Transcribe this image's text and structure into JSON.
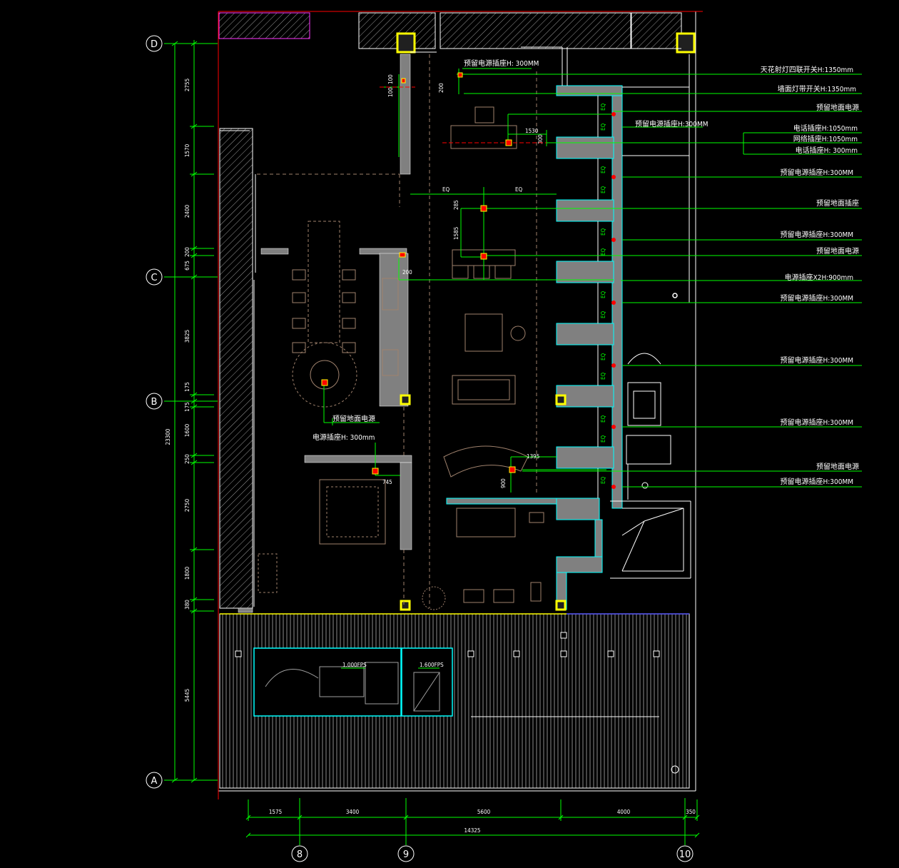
{
  "grid": {
    "rows": [
      "D",
      "C",
      "B",
      "A"
    ],
    "cols": [
      "8",
      "9",
      "10"
    ]
  },
  "dims": {
    "left": [
      "2755",
      "1570",
      "2400",
      "200",
      "675",
      "3825",
      "175",
      "175",
      "1600",
      "250",
      "2750",
      "1800",
      "380",
      "5445"
    ],
    "total_vertical": "23300",
    "bottom": [
      "1575",
      "3400",
      "5600",
      "4000",
      "350"
    ],
    "total_horizontal": "14325",
    "inner": {
      "d200a": "200",
      "d100a": "100",
      "d100b": "100",
      "d200b": "200",
      "d1530": "1530",
      "d300": "300",
      "eq1": "EQ",
      "eq2": "EQ",
      "d285": "285",
      "d1585": "1585",
      "d200c": "200",
      "d745": "745",
      "d1395": "1395",
      "d900": "900",
      "fps1": "1.000FPS",
      "fps2": "1.600FPS"
    },
    "eq_wall": "EQ"
  },
  "labels": {
    "r1": "天花射灯四联开关H:1350mm",
    "r2": "墙面灯带开关H:1350mm",
    "r3": "预留地面电源",
    "r4": "预留电源插座H:300MM",
    "r5a": "电话插座H:1050mm",
    "r5b": "网络插座H:1050mm",
    "r5c": "电话插座H: 300mm",
    "r6": "预留电源插座H:300MM",
    "r7": "预留地面插座",
    "r8": "预留电源插座H:300MM",
    "r9": "预留地面电源",
    "r10": "电源插座X2H:900mm",
    "r11": "预留电源插座H:300MM",
    "r12": "预留电源插座H:300MM",
    "r13": "预留电源插座H:300MM",
    "r14": "预留地面电源",
    "r15": "预留电源插座H:300MM",
    "top_socket": "预留电源插座H: 300MM",
    "floor_power_left": "预留地面电源",
    "socket_left": "电源插座H: 300mm"
  },
  "colors": {
    "background": "#000000",
    "wall": "#808080",
    "annotation": "#00ff00",
    "glass": "#00ffff",
    "furniture": "#a0826d",
    "column": "#ffff00",
    "boundary": "#ff0000",
    "outline": "#ffffff",
    "socket": "#ff0000"
  }
}
